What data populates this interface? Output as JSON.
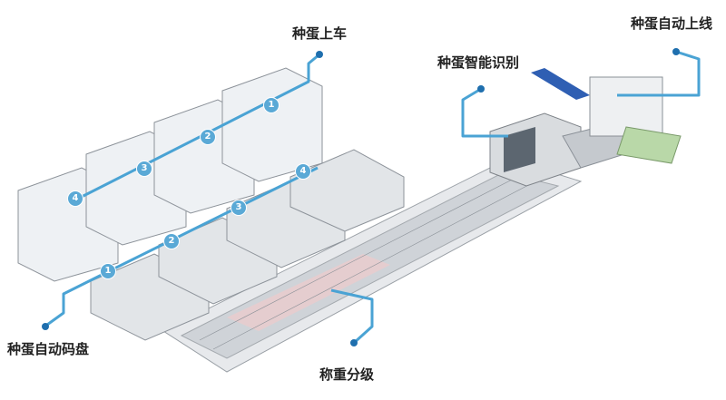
{
  "labels": {
    "loading": "种蛋上车",
    "recognition": "种蛋智能识别",
    "auto_feed": "种蛋自动上线",
    "auto_tray": "种蛋自动码盘",
    "grading": "称重分级"
  },
  "markers_upper": [
    "1",
    "2",
    "3",
    "4"
  ],
  "markers_lower": [
    "1",
    "2",
    "3",
    "4"
  ],
  "colors": {
    "callout": "#4aa3d4",
    "frame": "#d8dde2",
    "belt": "#b9bec4"
  }
}
